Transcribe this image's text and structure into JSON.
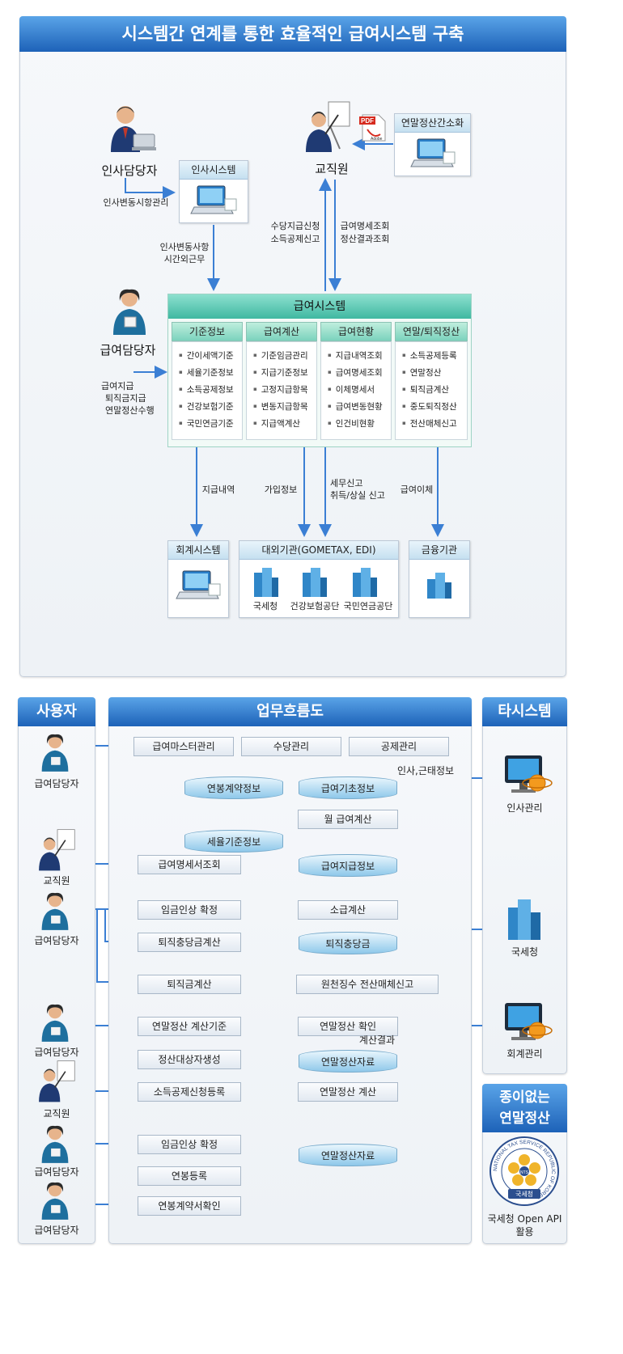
{
  "top": {
    "title": "시스템간 연계를 통한 효율적인 급여시스템 구축",
    "actors": {
      "hr_manager": "인사담당자",
      "staff": "교직원",
      "payroll_manager": "급여담당자"
    },
    "boxes": {
      "hr_system": "인사시스템",
      "year_end_simplified": "연말정산간소화",
      "accounting": "회계시스템",
      "external": "대외기관(GOMETAX, EDI)",
      "finance": "금융기관"
    },
    "payroll_system": "급여시스템",
    "pdf_label": "PDF",
    "pdf_brand": "Adobe",
    "columns": [
      {
        "title": "기준정보",
        "items": [
          "간이세액기준",
          "세율기준정보",
          "소득공제정보",
          "건강보험기준",
          "국민연금기준"
        ]
      },
      {
        "title": "급여계산",
        "items": [
          "기준임금관리",
          "지급기준정보",
          "고정지급항목",
          "변동지급항목",
          "지급액계산"
        ]
      },
      {
        "title": "급여현황",
        "items": [
          "지급내역조회",
          "급여명세조회",
          "이체명세서",
          "급여변동현황",
          "인건비현황"
        ]
      },
      {
        "title": "연말/퇴직정산",
        "items": [
          "소득공제등록",
          "연말정산",
          "퇴직금계산",
          "중도퇴직정산",
          "전산매체신고"
        ]
      }
    ],
    "external_orgs": [
      "국세청",
      "건강보험공단",
      "국민연금공단"
    ],
    "flow_labels": {
      "hr_change_mgmt": "인사변동시항관리",
      "hr_to_pay_1": "인사변동사항",
      "hr_to_pay_2": "시간외근무",
      "up_1": "수당지급신청",
      "up_2": "소득공제신고",
      "down_1": "급여명세조회",
      "down_2": "정산결과조회",
      "pm_1": "급여지급",
      "pm_2": "퇴직금지급",
      "pm_3": "연말정산수행",
      "pay_detail": "지급내역",
      "join_info": "가입정보",
      "tax_1": "세무신고",
      "tax_2": "취득/상실 신고",
      "transfer": "급여이체"
    }
  },
  "bottom": {
    "headers": {
      "user": "사용자",
      "flow": "업무흐름도",
      "other": "타시스템"
    },
    "users": [
      "급여담당자",
      "교직원",
      "급여담당자",
      "급여담당자",
      "교직원",
      "급여담당자",
      "급여담당자"
    ],
    "other_systems": [
      "인사관리",
      "국세청",
      "회계관리"
    ],
    "paperless": {
      "title_1": "종이없는",
      "title_2": "연말정산",
      "seal_text": "국세청",
      "seal_ring": "NATIONAL TAX SERVICE REPUBLIC OF KOREA",
      "seal_center": "NTS",
      "caption_1": "국세청 Open API",
      "caption_2": "활용"
    },
    "boxes": {
      "master": "급여마스터관리",
      "allowance": "수당관리",
      "deduction": "공제관리",
      "monthly_calc": "월 급여계산",
      "payslip": "급여명세서조회",
      "raise1": "임금인상 확정",
      "retro": "소급계산",
      "severance_reserve_calc": "퇴직충당금계산",
      "severance_calc": "퇴직금계산",
      "withholding": "원천징수 전산매체신고",
      "ye_criteria": "연말정산 계산기준",
      "ye_confirm": "연말정산 확인",
      "target_gen": "정산대상자생성",
      "deduct_reg": "소득공제신청등록",
      "ye_calc": "연말정산 계산",
      "raise2": "임금인상 확정",
      "salary_reg": "연봉등록",
      "contract_check": "연봉계약서확인"
    },
    "cylinders": {
      "contract_info": "연봉계약정보",
      "base_info": "급여기초정보",
      "tax_rate": "세율기준정보",
      "pay_info": "급여지급정보",
      "reserve": "퇴직충당금",
      "ye_data1": "연말정산자료",
      "ye_data2": "연말정산자료"
    },
    "labels": {
      "hr_attendance": "인사,근태정보",
      "calc_result": "계산결과"
    }
  }
}
